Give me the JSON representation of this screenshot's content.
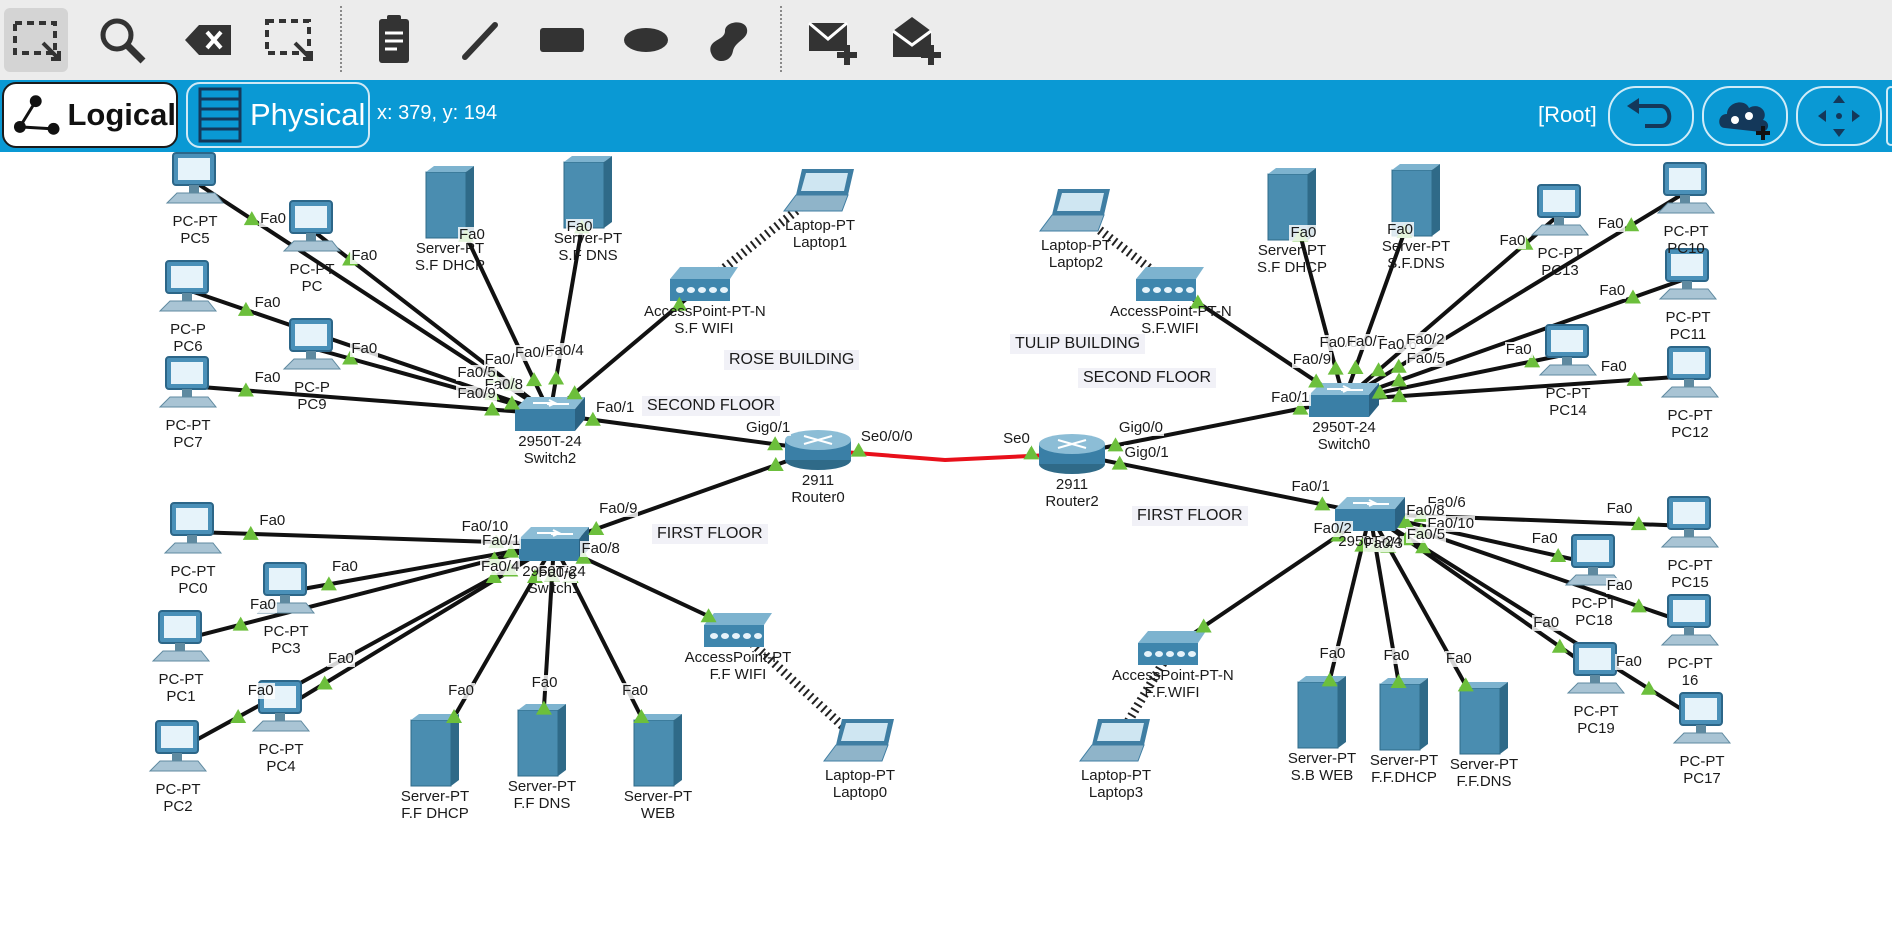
{
  "toolbar": {
    "tools": [
      {
        "name": "select-icon",
        "active": true
      },
      {
        "name": "inspect-icon",
        "active": false
      },
      {
        "name": "delete-icon",
        "active": false
      },
      {
        "name": "resize-shape-icon",
        "active": false
      },
      {
        "name": "place-note-icon",
        "active": false
      },
      {
        "name": "draw-line-icon",
        "active": false
      },
      {
        "name": "draw-rectangle-icon",
        "active": false
      },
      {
        "name": "draw-ellipse-icon",
        "active": false
      },
      {
        "name": "draw-freeform-icon",
        "active": false
      },
      {
        "name": "add-simple-pdu-icon",
        "active": false
      },
      {
        "name": "add-complex-pdu-icon",
        "active": false
      }
    ]
  },
  "nav": {
    "logical_label": "Logical",
    "physical_label": "Physical",
    "coords": "x: 379, y: 194",
    "root_label": "[Root]"
  },
  "colors": {
    "accent": "#0a99d4",
    "link": "#111111",
    "serial_link": "#e8101a",
    "port_indicator": "#6cbf3c"
  },
  "devices": [
    {
      "id": "PC5",
      "type": "pc",
      "l1": "PC-PT",
      "l2": "PC5"
    },
    {
      "id": "PC8",
      "type": "pc",
      "l1": "PC-PT",
      "l2": "PC"
    },
    {
      "id": "PC6",
      "type": "pc",
      "l1": "PC-P",
      "l2": "PC6"
    },
    {
      "id": "PC9",
      "type": "pc",
      "l1": "PC-P",
      "l2": "PC9"
    },
    {
      "id": "PC7",
      "type": "pc",
      "l1": "PC-PT",
      "l2": "PC7"
    },
    {
      "id": "SFDHCP_R",
      "type": "server",
      "l1": "Server-PT",
      "l2": "S.F DHCP"
    },
    {
      "id": "SFDNS_R",
      "type": "server",
      "l1": "Server-PT",
      "l2": "S.F DNS"
    },
    {
      "id": "Laptop1",
      "type": "laptop",
      "l1": "Laptop-PT",
      "l2": "Laptop1"
    },
    {
      "id": "SFWIFI_R",
      "type": "ap",
      "l1": "AccessPoint-PT-N",
      "l2": "S.F WIFI"
    },
    {
      "id": "Switch2",
      "type": "switch",
      "l1": "2950T-24",
      "l2": "Switch2"
    },
    {
      "id": "Router0",
      "type": "router",
      "l1": "2911",
      "l2": "Router0"
    },
    {
      "id": "Switch1",
      "type": "switch",
      "l1": "2950T-24",
      "l2": "Switch1"
    },
    {
      "id": "PC0",
      "type": "pc",
      "l1": "PC-PT",
      "l2": "PC0"
    },
    {
      "id": "PC3",
      "type": "pc",
      "l1": "PC-PT",
      "l2": "PC3"
    },
    {
      "id": "PC1",
      "type": "pc",
      "l1": "PC-PT",
      "l2": "PC1"
    },
    {
      "id": "PC4",
      "type": "pc",
      "l1": "PC-PT",
      "l2": "PC4"
    },
    {
      "id": "PC2",
      "type": "pc",
      "l1": "PC-PT",
      "l2": "PC2"
    },
    {
      "id": "FFDHCP_R",
      "type": "server",
      "l1": "Server-PT",
      "l2": "F.F DHCP"
    },
    {
      "id": "FFDNS_R",
      "type": "server",
      "l1": "Server-PT",
      "l2": "F.F DNS"
    },
    {
      "id": "WEB_R",
      "type": "server",
      "l1": "Server-PT",
      "l2": "WEB"
    },
    {
      "id": "FFWIFI_R",
      "type": "ap",
      "l1": "AccessPoint-PT",
      "l2": "F.F WIFI"
    },
    {
      "id": "Laptop0",
      "type": "laptop",
      "l1": "Laptop-PT",
      "l2": "Laptop0"
    },
    {
      "id": "Laptop2",
      "type": "laptop",
      "l1": "Laptop-PT",
      "l2": "Laptop2"
    },
    {
      "id": "SFWIFI_T",
      "type": "ap",
      "l1": "AccessPoint-PT-N",
      "l2": "S.F.WIFI"
    },
    {
      "id": "SFDHCP_T",
      "type": "server",
      "l1": "Server-PT",
      "l2": "S.F DHCP"
    },
    {
      "id": "SFDNS_T",
      "type": "server",
      "l1": "Server-PT",
      "l2": "S.F.DNS"
    },
    {
      "id": "PC13",
      "type": "pc",
      "l1": "PC-PT",
      "l2": "PC13"
    },
    {
      "id": "PC10",
      "type": "pc",
      "l1": "PC-PT",
      "l2": "PC10"
    },
    {
      "id": "PC11",
      "type": "pc",
      "l1": "PC-PT",
      "l2": "PC11"
    },
    {
      "id": "PC14",
      "type": "pc",
      "l1": "PC-PT",
      "l2": "PC14"
    },
    {
      "id": "PC12",
      "type": "pc",
      "l1": "PC-PT",
      "l2": "PC12"
    },
    {
      "id": "Switch0",
      "type": "switch",
      "l1": "2950T-24",
      "l2": "Switch0"
    },
    {
      "id": "Router2",
      "type": "router",
      "l1": "2911",
      "l2": "Router2"
    },
    {
      "id": "Switch3",
      "type": "switch",
      "l1": "2950T-24",
      "l2": ""
    },
    {
      "id": "PC15",
      "type": "pc",
      "l1": "PC-PT",
      "l2": "PC15"
    },
    {
      "id": "PC18",
      "type": "pc",
      "l1": "PC-PT",
      "l2": "PC18"
    },
    {
      "id": "PC16",
      "type": "pc",
      "l1": "PC-PT",
      "l2": "16"
    },
    {
      "id": "PC19",
      "type": "pc",
      "l1": "PC-PT",
      "l2": "PC19"
    },
    {
      "id": "PC17",
      "type": "pc",
      "l1": "PC-PT",
      "l2": "PC17"
    },
    {
      "id": "FFWIFI_T",
      "type": "ap",
      "l1": "AccessPoint-PT-N",
      "l2": "F.F.WIFI"
    },
    {
      "id": "Laptop3",
      "type": "laptop",
      "l1": "Laptop-PT",
      "l2": "Laptop3"
    },
    {
      "id": "SBWEB",
      "type": "server",
      "l1": "Server-PT",
      "l2": "S.B WEB"
    },
    {
      "id": "FFDHCP_T",
      "type": "server",
      "l1": "Server-PT",
      "l2": "F.F.DHCP"
    },
    {
      "id": "FFDNS_T",
      "type": "server",
      "l1": "Server-PT",
      "l2": "F.F.DNS"
    }
  ],
  "links": [
    {
      "a": "PC5",
      "b": "Switch2",
      "pa": "Fa0",
      "pb": ""
    },
    {
      "a": "PC8",
      "b": "Switch2",
      "pa": "Fa0",
      "pb": "Fa0/"
    },
    {
      "a": "PC6",
      "b": "Switch2",
      "pa": "Fa0",
      "pb": "Fa0/5"
    },
    {
      "a": "PC9",
      "b": "Switch2",
      "pa": "Fa0",
      "pb": "Fa0/8"
    },
    {
      "a": "PC7",
      "b": "Switch2",
      "pa": "Fa0",
      "pb": "Fa0/9"
    },
    {
      "a": "SFDHCP_R",
      "b": "Switch2",
      "pa": "Fa0",
      "pb": "Fa0/3"
    },
    {
      "a": "SFDNS_R",
      "b": "Switch2",
      "pa": "Fa0",
      "pb": "Fa0/4"
    },
    {
      "a": "SFWIFI_R",
      "b": "Switch2",
      "pa": "",
      "pb": ""
    },
    {
      "a": "Switch2",
      "b": "Router0",
      "pa": "Fa0/1",
      "pb": "Gig0/1"
    },
    {
      "a": "Switch1",
      "b": "Router0",
      "pa": "Fa0/9",
      "pb": ""
    },
    {
      "a": "PC0",
      "b": "Switch1",
      "pa": "Fa0",
      "pb": "Fa0/10"
    },
    {
      "a": "PC3",
      "b": "Switch1",
      "pa": "Fa0",
      "pb": "Fa0/1"
    },
    {
      "a": "PC1",
      "b": "Switch1",
      "pa": "Fa0",
      "pb": ""
    },
    {
      "a": "PC4",
      "b": "Switch1",
      "pa": "Fa0",
      "pb": "Fa0/4"
    },
    {
      "a": "PC2",
      "b": "Switch1",
      "pa": "Fa0",
      "pb": ""
    },
    {
      "a": "FFDHCP_R",
      "b": "Switch1",
      "pa": "Fa0",
      "pb": ""
    },
    {
      "a": "FFDNS_R",
      "b": "Switch1",
      "pa": "Fa0",
      "pb": "Fa0/7"
    },
    {
      "a": "WEB_R",
      "b": "Switch1",
      "pa": "Fa0",
      "pb": "/6"
    },
    {
      "a": "FFWIFI_R",
      "b": "Switch1",
      "pa": "",
      "pb": "Fa0/8"
    },
    {
      "a": "Router0",
      "b": "Router2",
      "pa": "Se0/0/0",
      "pb": "Se0",
      "serial": true
    },
    {
      "a": "Router2",
      "b": "Switch0",
      "pa": "Gig0/0",
      "pb": "Fa0/1"
    },
    {
      "a": "Router2",
      "b": "Switch3",
      "pa": "Gig0/1",
      "pb": "Fa0/1"
    },
    {
      "a": "SFWIFI_T",
      "b": "Switch0",
      "pa": "",
      "pb": "Fa0/9"
    },
    {
      "a": "SFDHCP_T",
      "b": "Switch0",
      "pa": "Fa0",
      "pb": "Fa0/8"
    },
    {
      "a": "SFDNS_T",
      "b": "Switch0",
      "pa": "Fa0",
      "pb": "Fa0/7"
    },
    {
      "a": "PC13",
      "b": "Switch0",
      "pa": "Fa0",
      "pb": "Fa0/6"
    },
    {
      "a": "PC10",
      "b": "Switch0",
      "pa": "Fa0",
      "pb": "Fa0/2"
    },
    {
      "a": "PC11",
      "b": "Switch0",
      "pa": "Fa0",
      "pb": "Fa0/5"
    },
    {
      "a": "PC14",
      "b": "Switch0",
      "pa": "Fa0",
      "pb": ""
    },
    {
      "a": "PC12",
      "b": "Switch0",
      "pa": "Fa0",
      "pb": ""
    },
    {
      "a": "PC15",
      "b": "Switch3",
      "pa": "Fa0",
      "pb": "Fa0/6"
    },
    {
      "a": "PC18",
      "b": "Switch3",
      "pa": "Fa0",
      "pb": "Fa0/8"
    },
    {
      "a": "PC16",
      "b": "Switch3",
      "pa": "Fa0",
      "pb": "Fa0/10"
    },
    {
      "a": "PC19",
      "b": "Switch3",
      "pa": "Fa0",
      "pb": "Fa0/5"
    },
    {
      "a": "PC17",
      "b": "Switch3",
      "pa": "Fa0",
      "pb": ""
    },
    {
      "a": "FFWIFI_T",
      "b": "Switch3",
      "pa": "",
      "pb": "Fa0/2"
    },
    {
      "a": "SBWEB",
      "b": "Switch3",
      "pa": "Fa0",
      "pb": ""
    },
    {
      "a": "FFDHCP_T",
      "b": "Switch3",
      "pa": "Fa0",
      "pb": "Fa0/3"
    },
    {
      "a": "FFDNS_T",
      "b": "Switch3",
      "pa": "Fa0",
      "pb": ""
    }
  ],
  "wireless": [
    {
      "a": "Laptop1",
      "b": "SFWIFI_R"
    },
    {
      "a": "Laptop0",
      "b": "FFWIFI_R"
    },
    {
      "a": "Laptop2",
      "b": "SFWIFI_T"
    },
    {
      "a": "Laptop3",
      "b": "FFWIFI_T"
    }
  ],
  "areas": [
    "ROSE BUILDING",
    "SECOND FLOOR",
    "FIRST FLOOR",
    "TULIP BUILDING",
    "SECOND FLOOR",
    "FIRST FLOOR"
  ]
}
